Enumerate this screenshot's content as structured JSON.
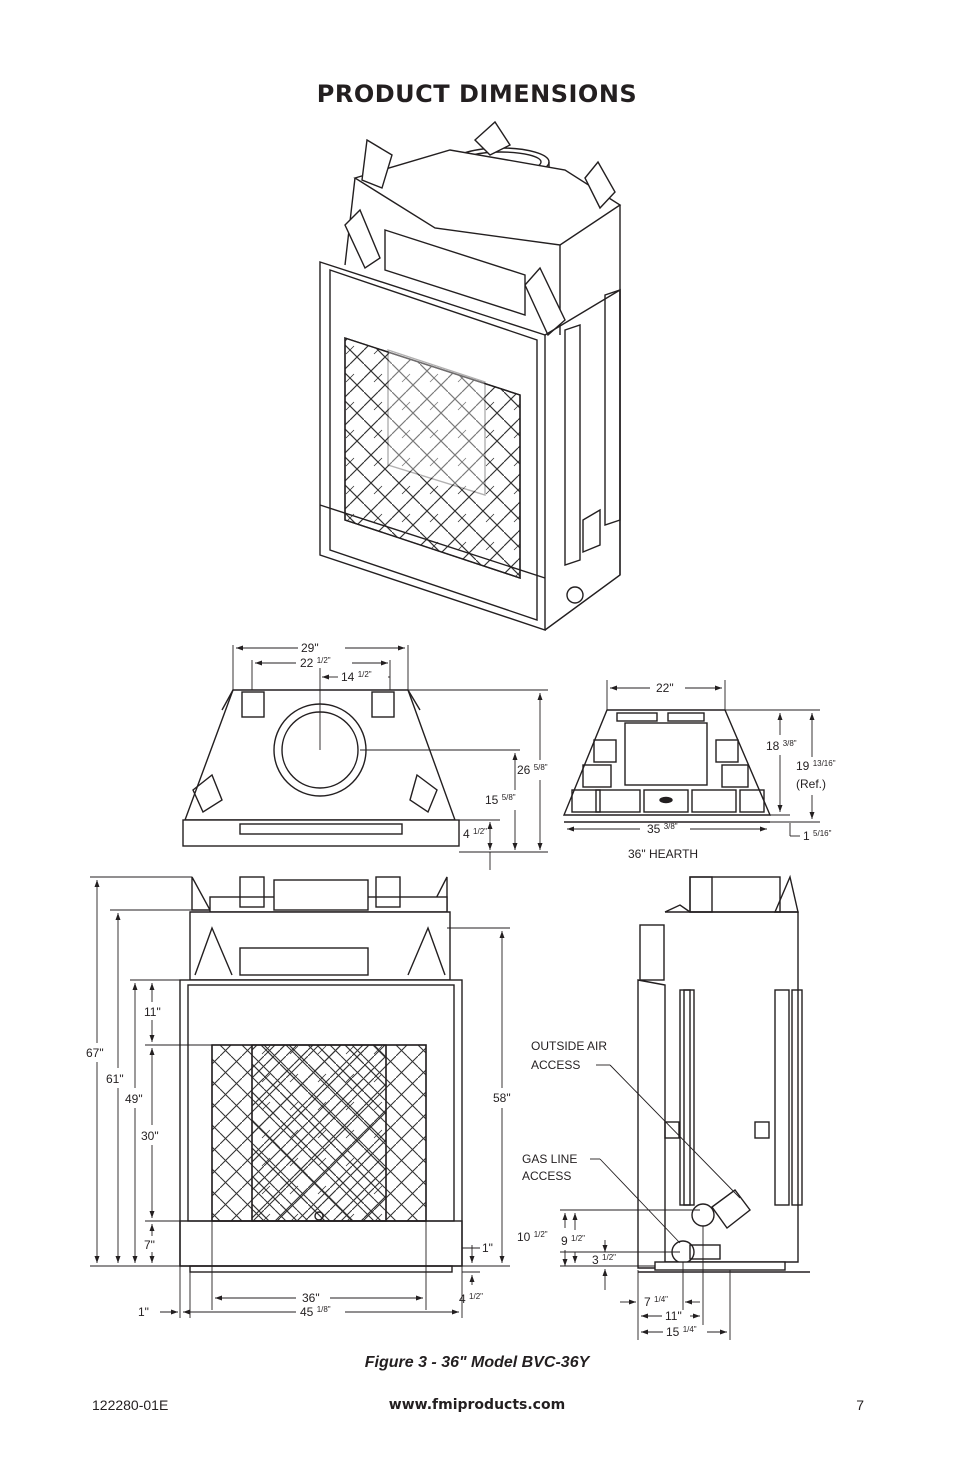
{
  "page": {
    "title": "PRODUCT DIMENSIONS",
    "caption": "Figure 3 - 36\" Model BVC-36Y",
    "part_number": "122280-01E",
    "website": "www.fmiproducts.com",
    "page_number": "7"
  },
  "top_view": {
    "d29": "29\"",
    "d22_5": "22 ",
    "d22_5_frac": "1/2\"",
    "d14_5": "14 ",
    "d14_5_frac": "1/2\"",
    "d26_5_8": "26 ",
    "d26_5_8_frac": "5/8\"",
    "d15_5_8": "15 ",
    "d15_5_8_frac": "5/8\"",
    "d4_5": "4 ",
    "d4_5_frac": "1/2\""
  },
  "hearth_view": {
    "d22": "22\"",
    "d18_3_8": "18 ",
    "d18_3_8_frac": "3/8\"",
    "d19_13_16": "19 ",
    "d19_13_16_frac": "13/16\"",
    "ref": "(Ref.)",
    "d35_3_8": "35 ",
    "d35_3_8_frac": "3/8\"",
    "d1_5_16": "1 ",
    "d1_5_16_frac": "5/16\"",
    "label": "36\" HEARTH"
  },
  "front_view": {
    "d67": "67\"",
    "d61": "61\"",
    "d49": "49\"",
    "d11": "11\"",
    "d30": "30\"",
    "d7": "7\"",
    "d58": "58\"",
    "d1_right": "1\"",
    "d4_5": "4 ",
    "d4_5_frac": "1/2\"",
    "d36": "36\"",
    "d45_1_8": "45 ",
    "d45_1_8_frac": "1/8\"",
    "d1_left": "1\""
  },
  "side_view": {
    "outside_air_1": "OUTSIDE AIR",
    "outside_air_2": "ACCESS",
    "gas_line_1": "GAS LINE",
    "gas_line_2": "ACCESS",
    "d10_5": "10 ",
    "d10_5_frac": "1/2\"",
    "d9_5": "9 ",
    "d9_5_frac": "1/2\"",
    "d3_5": "3 ",
    "d3_5_frac": "1/2\"",
    "d7_1_4": "7 ",
    "d7_1_4_frac": "1/4\"",
    "d11": "11\"",
    "d15_1_4": "15 ",
    "d15_1_4_frac": "1/4\""
  }
}
